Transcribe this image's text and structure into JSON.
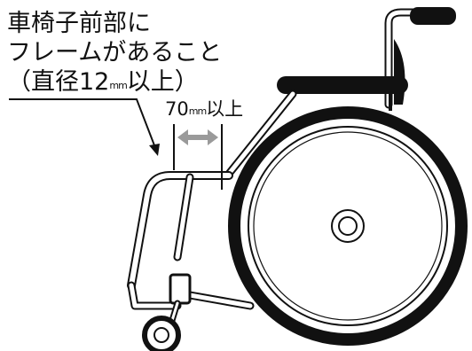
{
  "requirement": {
    "line1": "車椅子前部に",
    "line2": "フレームがあること",
    "line3_pre": "（直径12",
    "line3_unit": "mm",
    "line3_post": "以上）"
  },
  "dimension": {
    "value": "70",
    "unit": "mm",
    "suffix": "以上"
  },
  "colors": {
    "line": "#111111",
    "dimension_arrow": "#9a9a9a",
    "background": "#ffffff"
  }
}
